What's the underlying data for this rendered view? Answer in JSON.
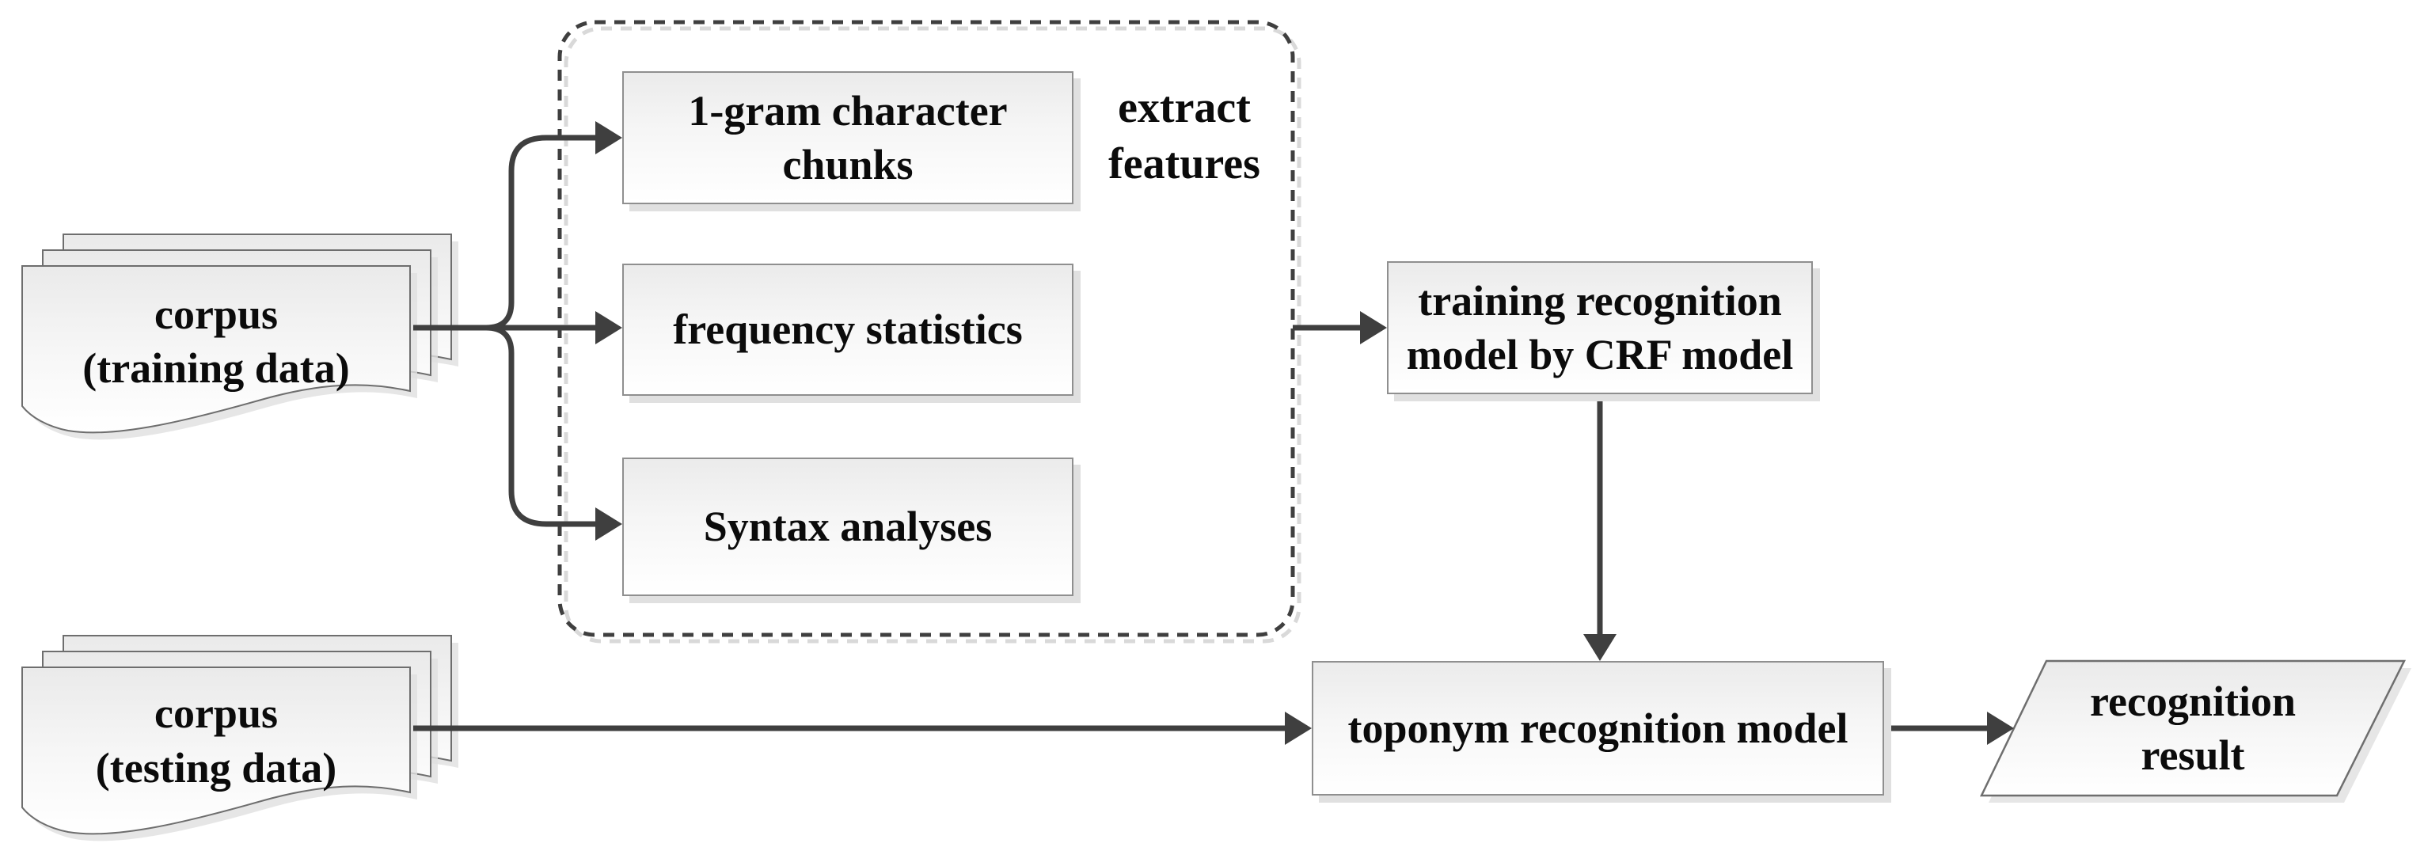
{
  "diagram": {
    "nodes": {
      "corpus_training": {
        "line1": "corpus",
        "line2": "(training data)"
      },
      "corpus_testing": {
        "line1": "corpus",
        "line2": "(testing data)"
      },
      "ngram_chunks": {
        "line1": "1-gram character",
        "line2": "chunks"
      },
      "frequency_statistics": {
        "label": "frequency statistics"
      },
      "syntax_analyses": {
        "label": "Syntax analyses"
      },
      "feature_group_label": {
        "line1": "extract",
        "line2": "features"
      },
      "crf_training": {
        "line1": "training recognition",
        "line2": "model by CRF model"
      },
      "toponym_model": {
        "label": "toponym recognition model"
      },
      "recognition_result": {
        "line1": "recognition",
        "line2": "result"
      }
    },
    "colors": {
      "line": "#3f3f3f",
      "box_border": "#8f8f8f",
      "doc_border": "#6e6e6e",
      "shadow": "#e0e0e0",
      "dash_ghost": "#d9d9d9",
      "text": "#0b0b0b"
    }
  }
}
